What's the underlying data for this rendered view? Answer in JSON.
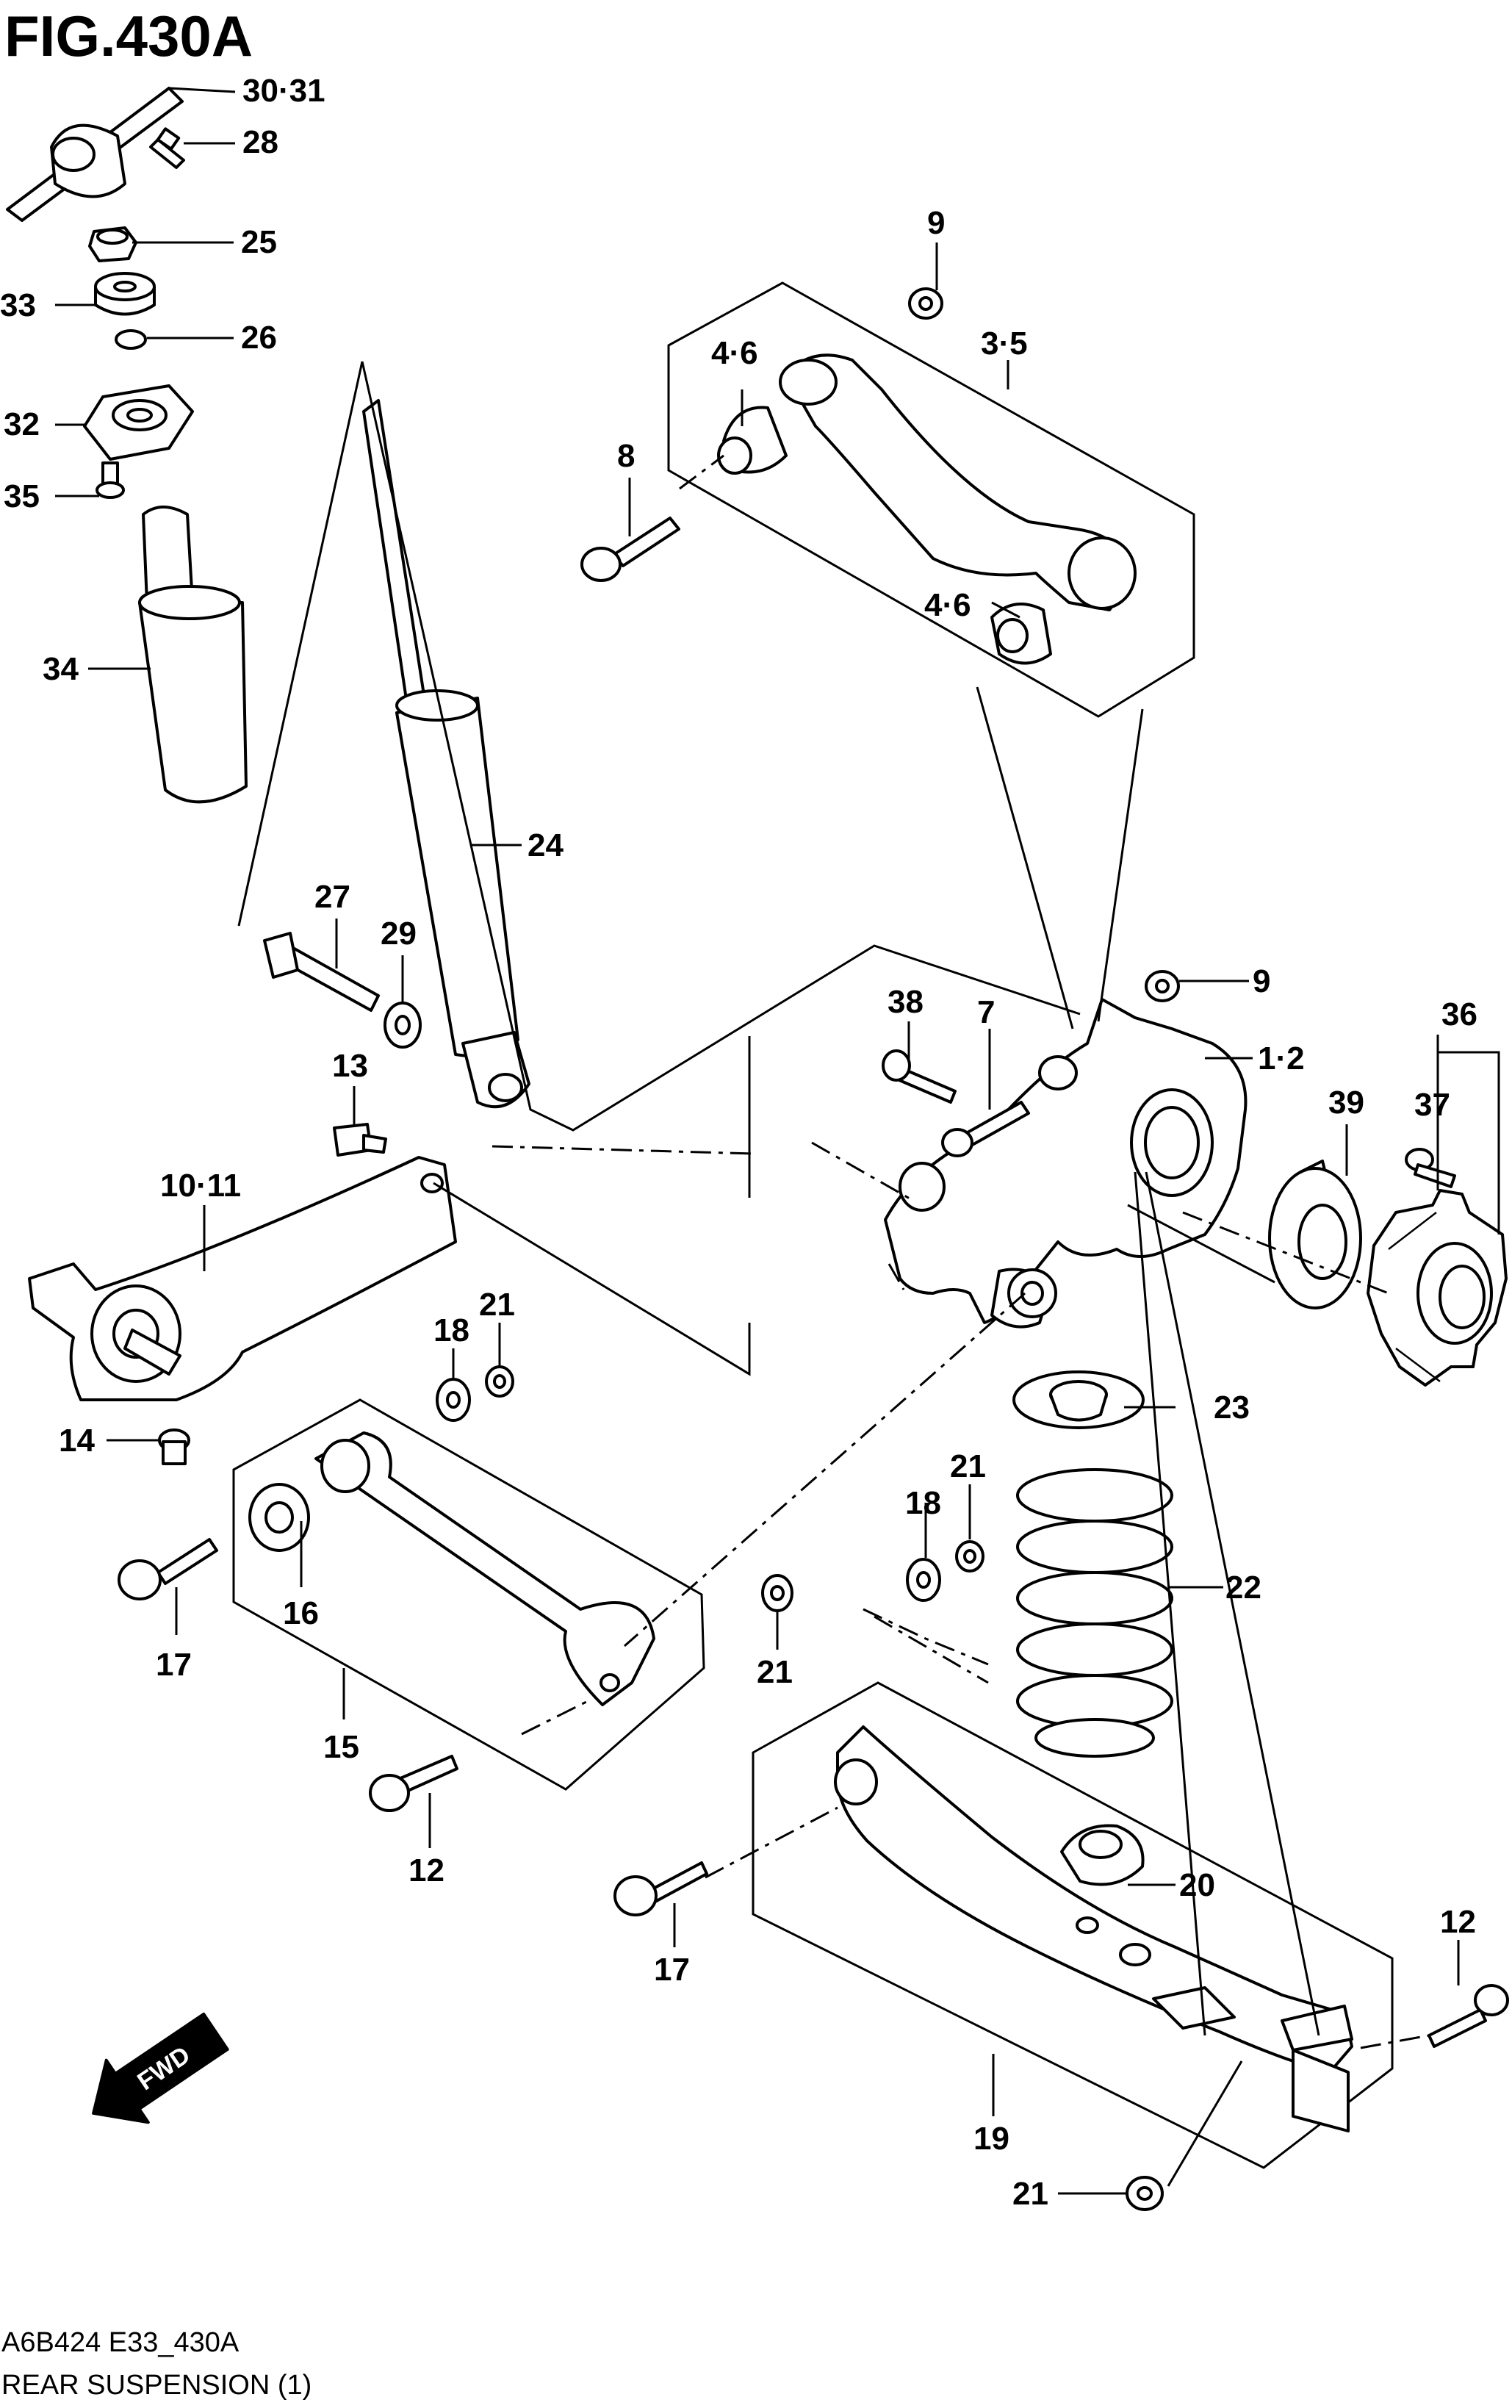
{
  "figure": {
    "title": "FIG.430A",
    "code": "A6B424 E33_430A",
    "name": "REAR SUSPENSION (1)",
    "fwd": "FWD"
  },
  "callouts": {
    "c30_31": "30·31",
    "c28": "28",
    "c25": "25",
    "c33": "33",
    "c26": "26",
    "c32": "32",
    "c35": "35",
    "c34": "34",
    "c24": "24",
    "c27": "27",
    "c29": "29",
    "c13": "13",
    "c10_11": "10·11",
    "c14": "14",
    "c18a": "18",
    "c21a": "21",
    "c16": "16",
    "c17a": "17",
    "c15": "15",
    "c12a": "12",
    "c21b": "21",
    "c9a": "9",
    "c4_6a": "4·6",
    "c3_5": "3·5",
    "c8": "8",
    "c4_6b": "4·6",
    "c38": "38",
    "c7": "7",
    "c9b": "9",
    "c1_2": "1·2",
    "c36": "36",
    "c39": "39",
    "c37": "37",
    "c23": "23",
    "c21c": "21",
    "c18b": "18",
    "c22": "22",
    "c20": "20",
    "c17b": "17",
    "c12b": "12",
    "c19": "19",
    "c21d": "21"
  }
}
